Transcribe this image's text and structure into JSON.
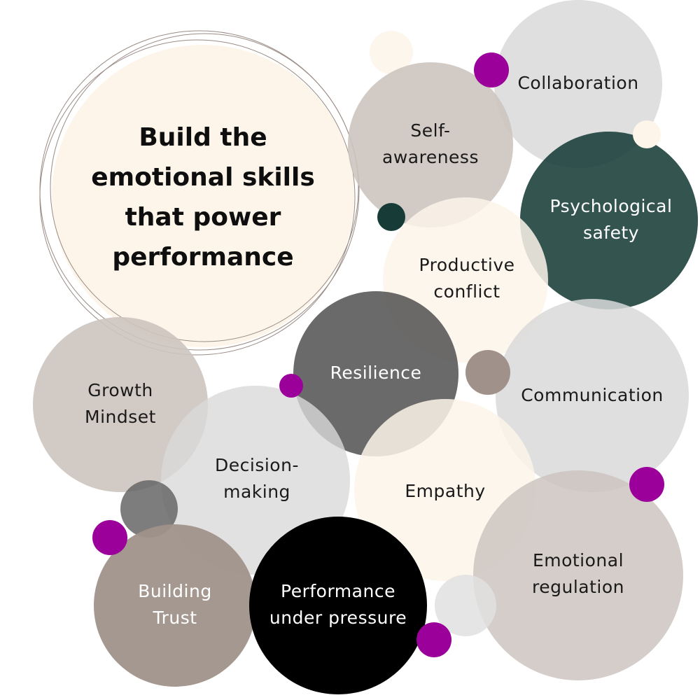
{
  "title": {
    "lines": [
      "Build the",
      "emotional skills",
      "that power",
      "performance"
    ]
  },
  "colors": {
    "cream": "#fdf5ea",
    "light_gray": "#d9d9d9",
    "taupe": "#cdc4bf",
    "brown_gray": "#a0928a",
    "dark_gray": "#666666",
    "dark_green": "#173c37",
    "black": "#000000",
    "magenta": "#9b009b",
    "text_dark": "#1a1a1a",
    "text_light": "#ffffff"
  },
  "bubbles": {
    "collaboration": {
      "lines": [
        "Collaboration"
      ]
    },
    "self_awareness": {
      "lines": [
        "Self-",
        "awareness"
      ]
    },
    "psychological_safety": {
      "lines": [
        "Psychological",
        "safety"
      ]
    },
    "productive_conflict": {
      "lines": [
        "Productive",
        "conflict"
      ]
    },
    "resilience": {
      "lines": [
        "Resilience"
      ]
    },
    "communication": {
      "lines": [
        "Communication"
      ]
    },
    "growth_mindset": {
      "lines": [
        "Growth",
        "Mindset"
      ]
    },
    "decision_making": {
      "lines": [
        "Decision-",
        "making"
      ]
    },
    "empathy": {
      "lines": [
        "Empathy"
      ]
    },
    "emotional_regulation": {
      "lines": [
        "Emotional",
        "regulation"
      ]
    },
    "building_trust": {
      "lines": [
        "Building",
        "Trust"
      ]
    },
    "performance_under_pressure": {
      "lines": [
        "Performance",
        "under pressure"
      ]
    }
  }
}
